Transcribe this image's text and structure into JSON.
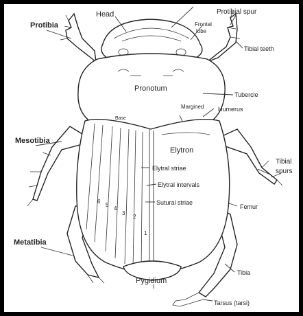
{
  "diagram": {
    "labels": {
      "head": "Head",
      "frontal_lobe": "Frontal lobe",
      "protibial_spur": "Protibial spur",
      "protibia": "Protibia",
      "tibial_teeth": "Tibial teeth",
      "tubercle": "Tubercle",
      "pronotum": "Pronotum",
      "base": "Base",
      "margined": "Margined",
      "humerus": "Humerus",
      "mesotibia": "Mesotibia",
      "elytron": "Elytron",
      "elytral_striae": "Elytral striae",
      "elytral_intervals": "Elytral intervals",
      "sutural_striae": "Sutural striae",
      "tibial_spurs": "Tibial spurs",
      "femur": "Femur",
      "metatibia": "Metatibia",
      "tibia": "Tibia",
      "pygidium": "Pygidium",
      "tarsus": "Tarsus (tarsi)",
      "stria_numbers": [
        "6",
        "5",
        "4",
        "3",
        "2",
        "1"
      ]
    }
  }
}
